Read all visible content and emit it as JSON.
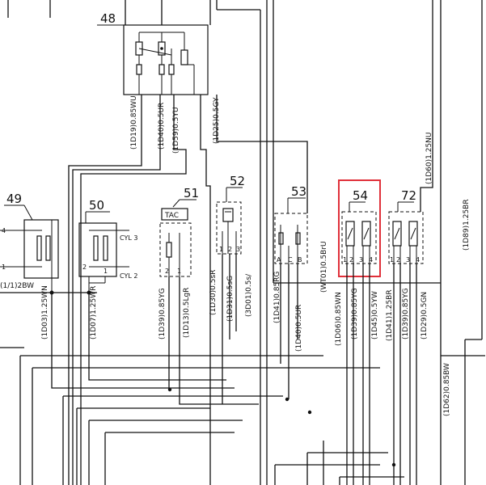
{
  "highlight_color": "#e0303a",
  "components": [
    {
      "id": "48",
      "number": "48"
    },
    {
      "id": "49",
      "number": "49",
      "pins": [
        "4",
        "1"
      ]
    },
    {
      "id": "50",
      "number": "50",
      "pins": [
        "CYL 3",
        "CYL 2",
        "2",
        "1"
      ]
    },
    {
      "id": "51",
      "number": "51",
      "tag": "TAC",
      "pins": [
        "2",
        "1"
      ]
    },
    {
      "id": "52",
      "number": "52",
      "pins": [
        "1",
        "2",
        "3"
      ]
    },
    {
      "id": "53",
      "number": "53",
      "pins": [
        "A",
        "C",
        "B"
      ]
    },
    {
      "id": "54",
      "number": "54",
      "pins": [
        "1",
        "2",
        "3",
        "4"
      ]
    },
    {
      "id": "72",
      "number": "72",
      "pins": [
        "1",
        "2",
        "3",
        "4"
      ]
    }
  ],
  "wire_labels": [
    "(1D19)0.85WU",
    "(1D40)0.5UR",
    "(1D59)0.5YU",
    "(1D25)0.5GY",
    "(1D60)1.25NU",
    "(1D89)1.25BR",
    "(1D03)1.25WN",
    "(1D07)1.25WR",
    "(1D39)0.85YG",
    "(1D13)0.5LgR",
    "(1D30)0.5sR",
    "(1D31)0.5sG",
    "(3D01)0.5s/",
    "(1D41)0.85RG",
    "(1D40)0.5UR",
    "(WT01)0.5BrU",
    "(1D06)0.85WN",
    "(1D39)0.85YG",
    "(1D45)0.5YW",
    "(1D41)1.25BR",
    "(1D39)0.85YG",
    "(1D29)0.5GN",
    "(1D62)0.85BW",
    "(1/1)2BW"
  ]
}
